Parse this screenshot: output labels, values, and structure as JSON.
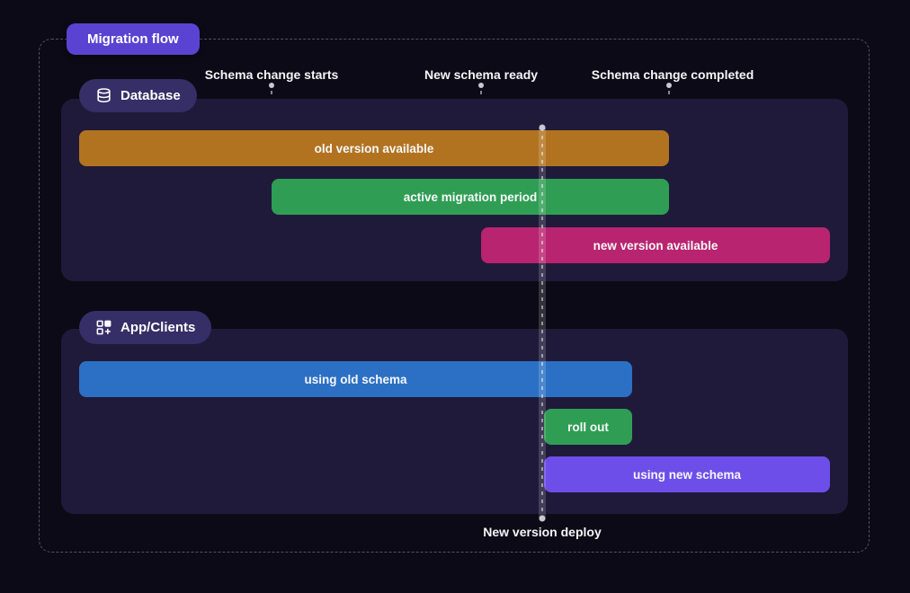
{
  "title": "Migration flow",
  "colors": {
    "background": "#0c0a16",
    "panel": "#1f1a39",
    "section_badge": "#362e66",
    "title_badge": "#5a43d2",
    "bar_old_version": "#b27320",
    "bar_active_migration": "#2f9e54",
    "bar_new_version": "#b8246f",
    "bar_using_old": "#2b70c4",
    "bar_roll_out": "#2f9e54",
    "bar_using_new": "#6e4ee9"
  },
  "events": [
    {
      "label": "Schema change starts"
    },
    {
      "label": "New schema ready"
    },
    {
      "label": "Schema change completed"
    }
  ],
  "deploy": {
    "label": "New version deploy"
  },
  "sections": [
    {
      "label": "Database",
      "icon": "database-icon",
      "bars": [
        {
          "label": "old version available",
          "color": "#b27320"
        },
        {
          "label": "active migration period",
          "color": "#2f9e54"
        },
        {
          "label": "new version available",
          "color": "#b8246f"
        }
      ]
    },
    {
      "label": "App/Clients",
      "icon": "apps-grid-icon",
      "bars": [
        {
          "label": "using old schema",
          "color": "#2b70c4"
        },
        {
          "label": "roll out",
          "color": "#2f9e54"
        },
        {
          "label": "using new schema",
          "color": "#6e4ee9"
        }
      ]
    }
  ]
}
